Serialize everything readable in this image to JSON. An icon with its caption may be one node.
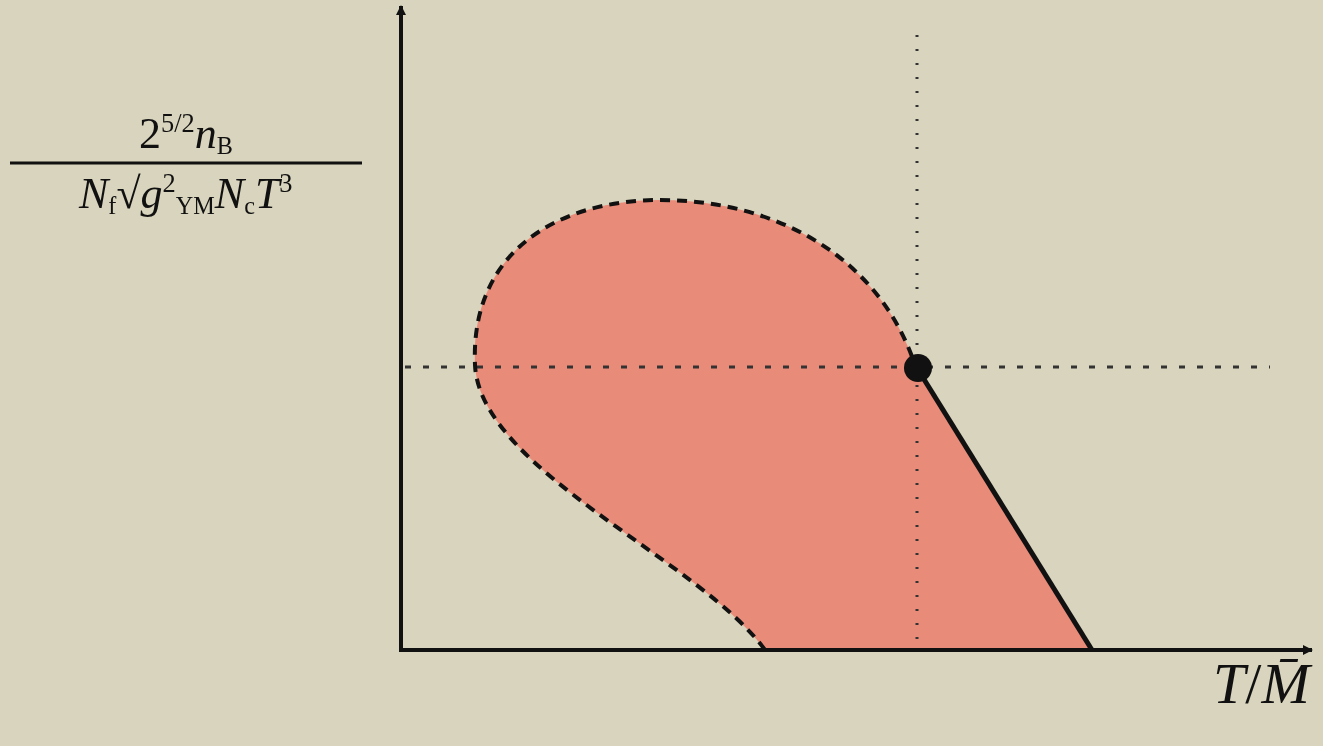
{
  "diagram": {
    "labels": [
      "2$^{5/2}$*n*$_{B}$",
      "*N*$_{f}$√*g*$^{2}$$_{YM}$*N*$_{c}$*T*$^{3}$",
      "*T*/*M̄*"
    ]
  }
}
